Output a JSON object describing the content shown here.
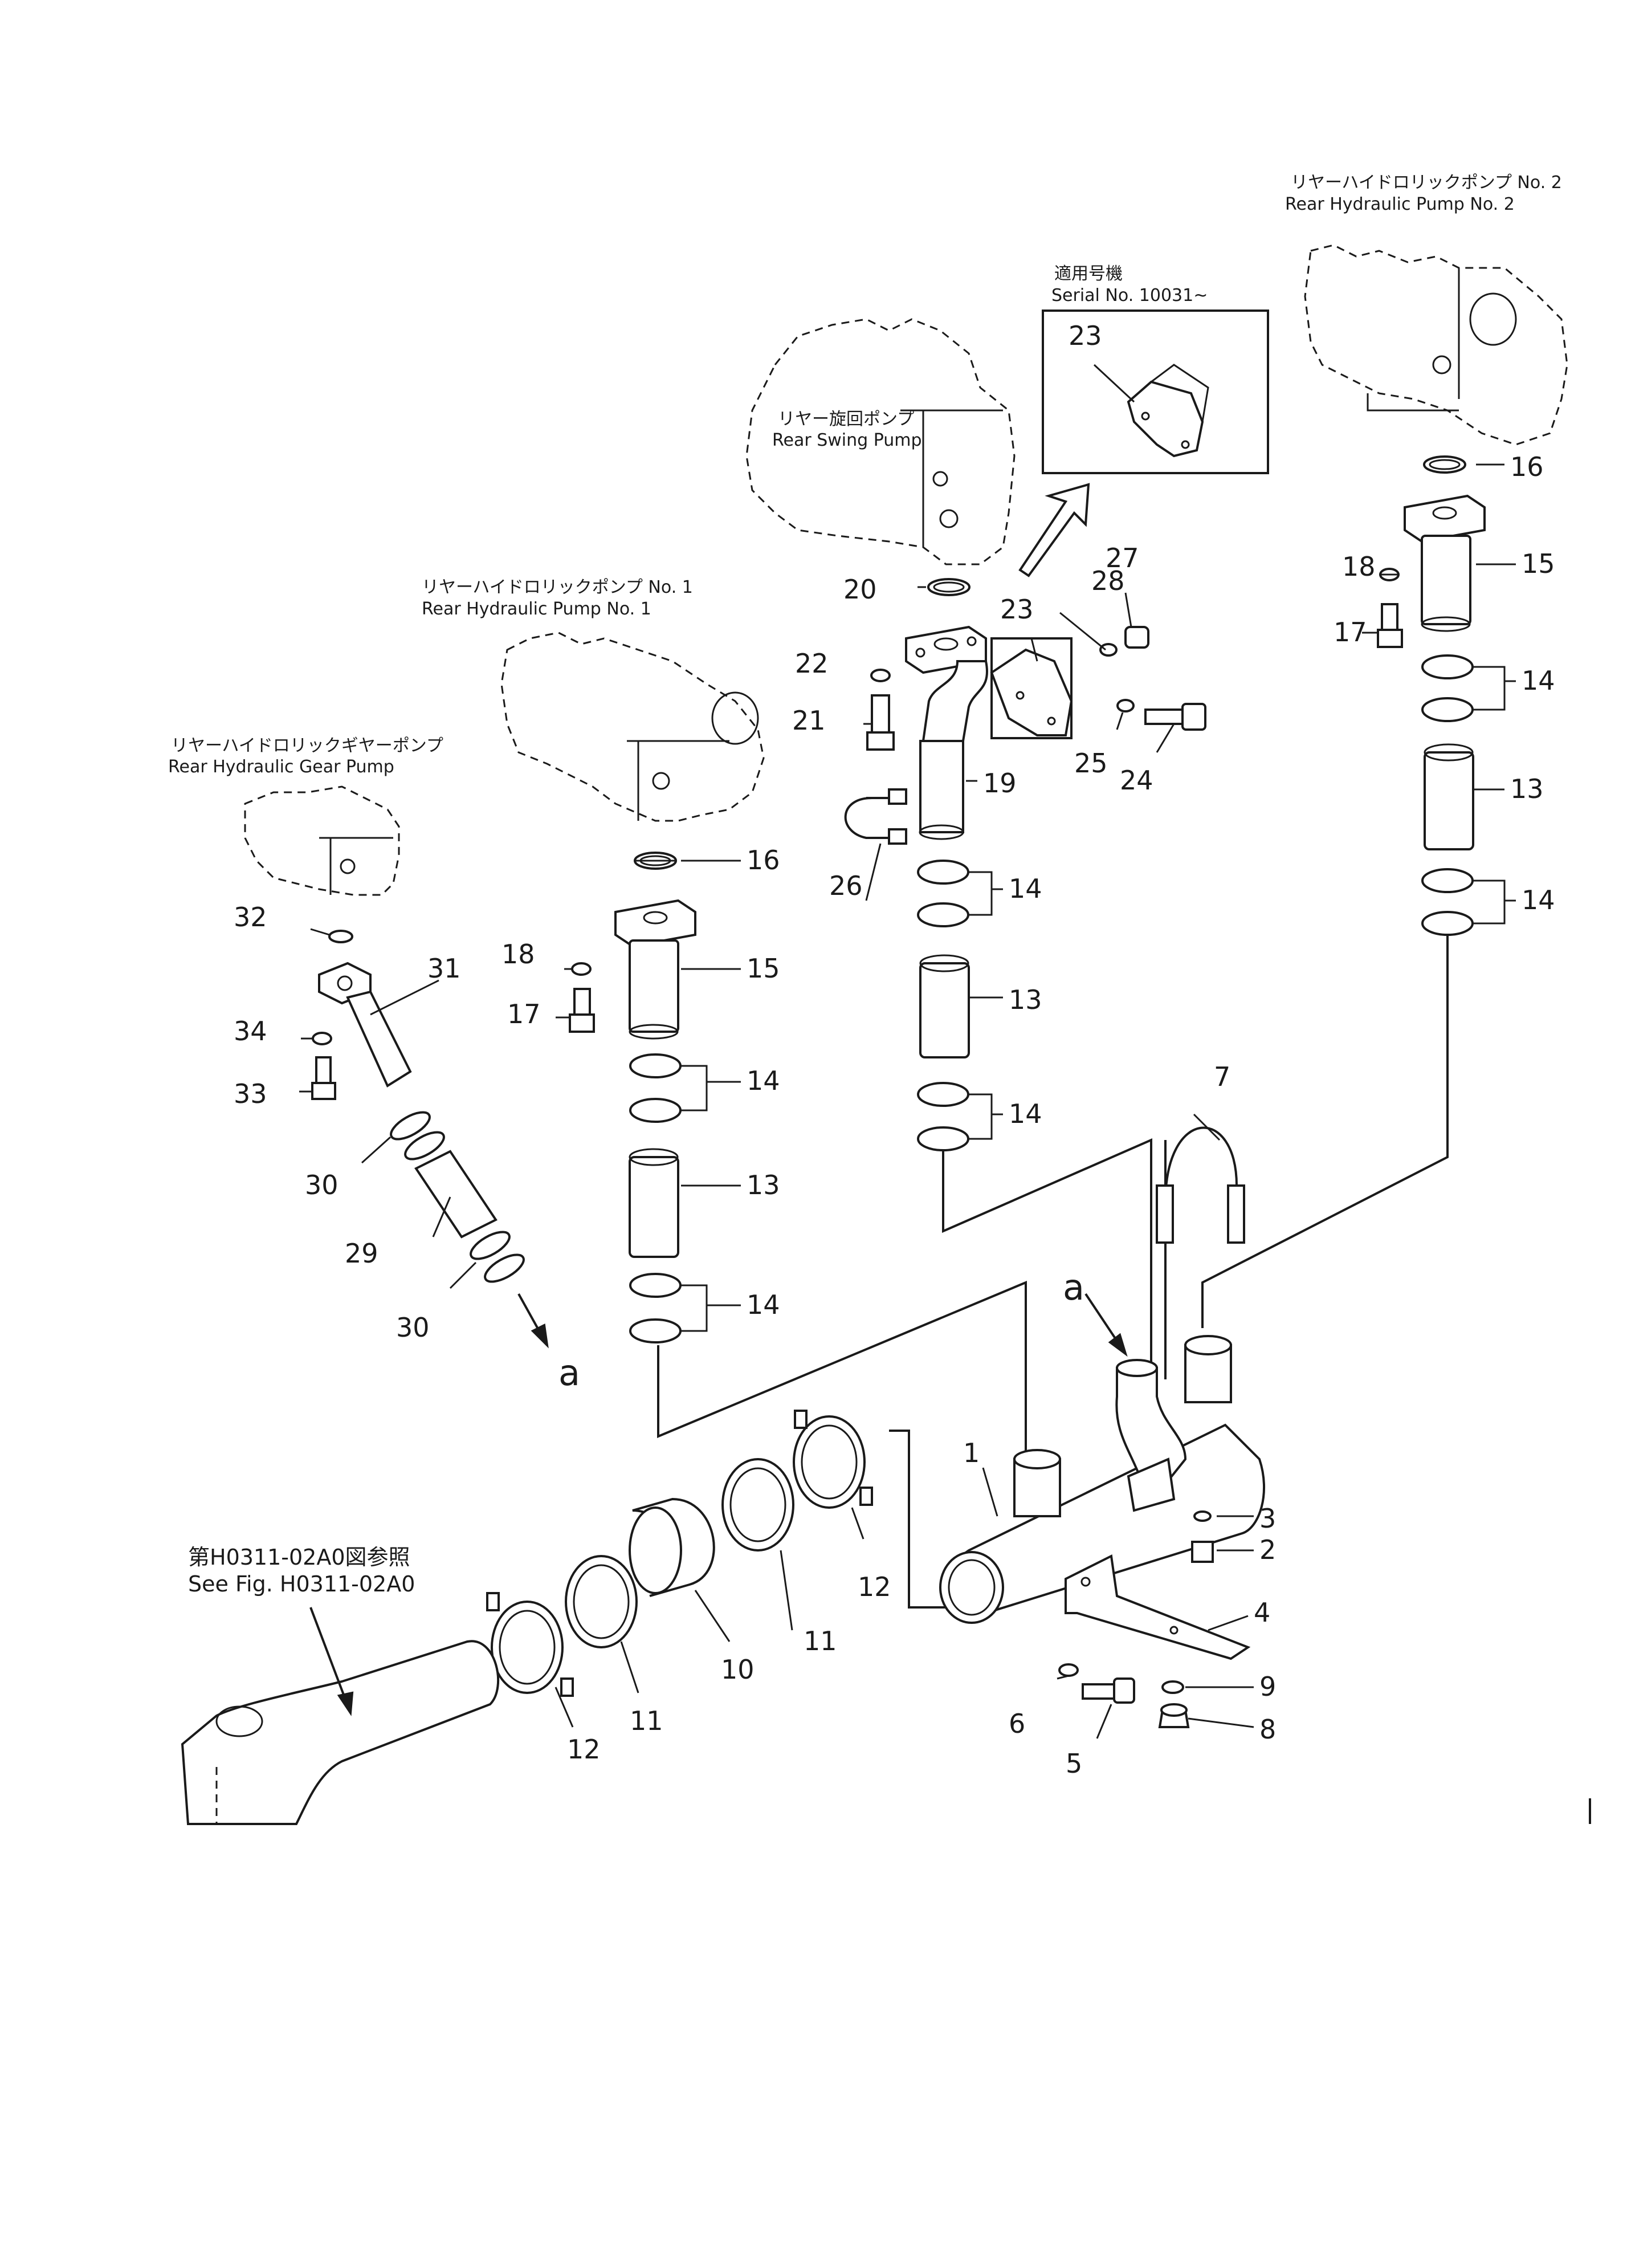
{
  "captions": {
    "pump2_jp": "リヤーハイドロリックポンプ No. 2",
    "pump2_en": "Rear  Hydraulic  Pump  No. 2",
    "serial_jp": "適用号機",
    "serial_en": "Serial  No.  10031~",
    "swing_jp": "リヤー旋回ポンプ",
    "swing_en": "Rear  Swing  Pump",
    "pump1_jp": "リヤーハイドロリックポンプ  No. 1",
    "pump1_en": "Rear  Hydraulic  Pump  No. 1",
    "gear_jp": "リヤーハイドロリックギヤーポンプ",
    "gear_en": "Rear  Hydraulic  Gear  Pump",
    "ref_jp": "第H0311-02A0図参照",
    "ref_en": "See  Fig.  H0311-02A0"
  },
  "callouts": {
    "c1": "1",
    "c2": "2",
    "c3": "3",
    "c4": "4",
    "c5": "5",
    "c6": "6",
    "c7": "7",
    "c8": "8",
    "c9": "9",
    "c10": "10",
    "c11a": "11",
    "c11b": "11",
    "c12a": "12",
    "c12b": "12",
    "c13a": "13",
    "c13b": "13",
    "c13c": "13",
    "c14a": "14",
    "c14b": "14",
    "c14c": "14",
    "c14d": "14",
    "c14e": "14",
    "c14f": "14",
    "c15a": "15",
    "c15b": "15",
    "c16a": "16",
    "c16b": "16",
    "c17a": "17",
    "c17b": "17",
    "c18a": "18",
    "c18b": "18",
    "c19": "19",
    "c20": "20",
    "c21": "21",
    "c22": "22",
    "c23a": "23",
    "c23b": "23",
    "c24": "24",
    "c25": "25",
    "c26": "26",
    "c27": "27",
    "c28": "28",
    "c29": "29",
    "c30a": "30",
    "c30b": "30",
    "c31": "31",
    "c32": "32",
    "c33": "33",
    "c34": "34"
  },
  "connectors": {
    "a_top": "a",
    "a_bottom": "a"
  }
}
